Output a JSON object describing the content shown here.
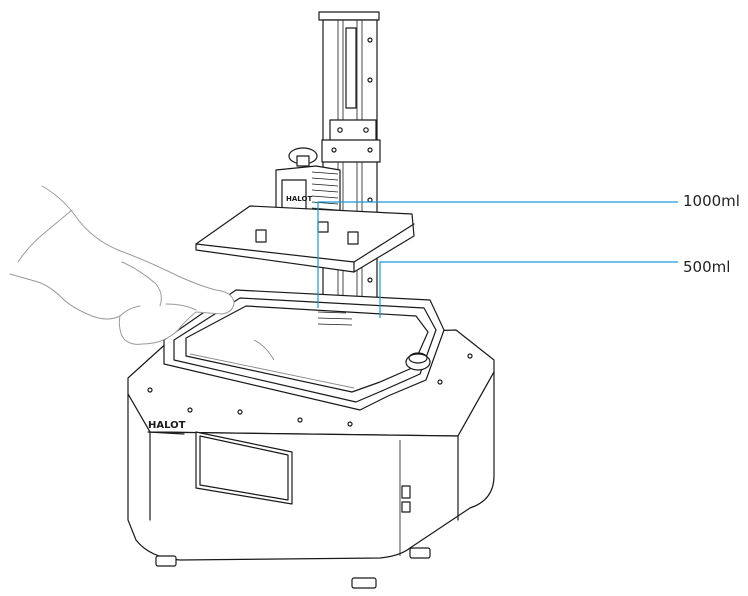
{
  "callouts": [
    {
      "label": "1000ml",
      "color": "#1a9bd7"
    },
    {
      "label": "500ml",
      "color": "#1a9bd7"
    }
  ],
  "brand": {
    "logo_text": "HALOT"
  },
  "colors": {
    "line_art": "#1a1a1a",
    "callout_line": "#1a9bd7",
    "background": "#ffffff"
  }
}
